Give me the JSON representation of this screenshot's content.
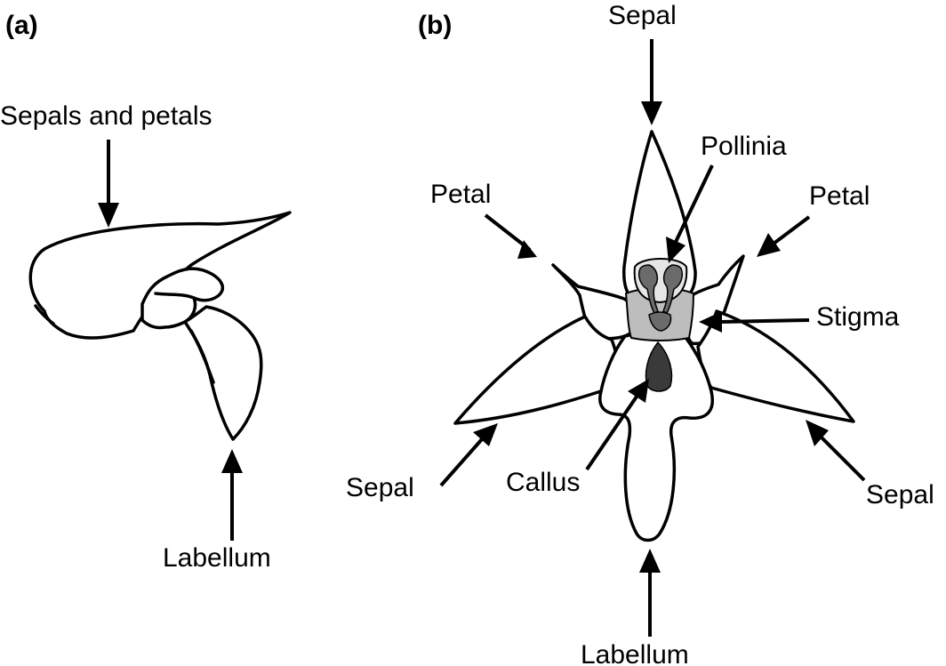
{
  "panels": {
    "a": {
      "tag": "(a)",
      "labels": {
        "sepals_and_petals": "Sepals and petals",
        "labellum": "Labellum"
      }
    },
    "b": {
      "tag": "(b)",
      "labels": {
        "sepal_top": "Sepal",
        "pollinia": "Pollinia",
        "petal_left": "Petal",
        "petal_right": "Petal",
        "stigma": "Stigma",
        "sepal_left": "Sepal",
        "callus": "Callus",
        "sepal_right": "Sepal",
        "labellum": "Labellum"
      }
    }
  },
  "colors": {
    "outline": "#000000",
    "column_fill": "#bdbdbd",
    "anther_cap_fill": "#e6e6e6",
    "pollinia_fill": "#6b6b6b",
    "callus_fill": "#3a3a3a"
  }
}
